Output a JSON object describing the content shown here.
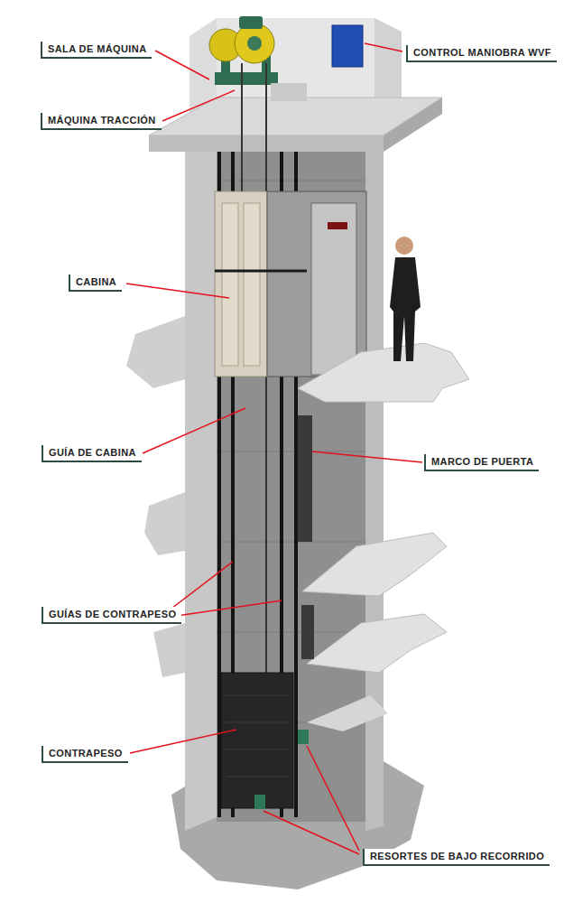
{
  "diagram": {
    "labels": [
      "SALA DE MÁQUINA",
      "MÁQUINA TRACCIÓN",
      "CONTROL MANIOBRA WVF",
      "CABINA",
      "GUÍA DE CABINA",
      "MARCO DE PUERTA",
      "GUÍAS DE CONTRAPESO",
      "CONTRAPESO",
      "RESORTES DE BAJO RECORRIDO"
    ]
  }
}
